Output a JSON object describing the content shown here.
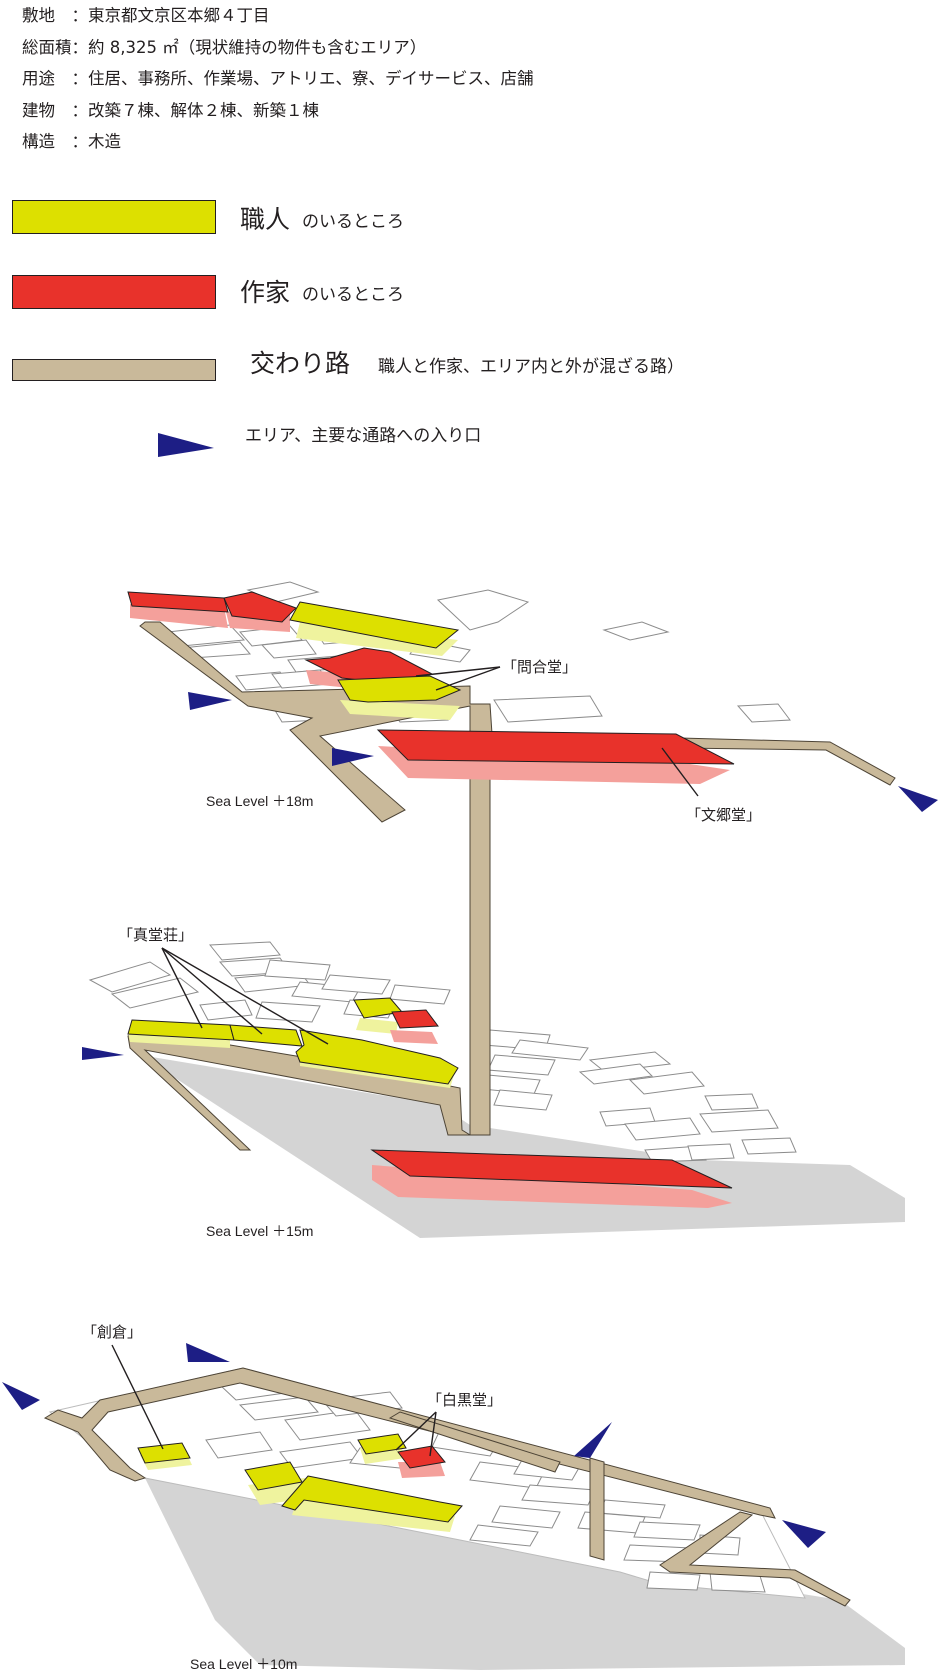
{
  "info": [
    {
      "label": "敷地　：",
      "value": "東京都文京区本郷４丁目"
    },
    {
      "label": "総面積：",
      "value": "約 8,325 ㎡（現状維持の物件も含むエリア）"
    },
    {
      "label": "用途　：",
      "value": "住居、事務所、作業場、アトリエ、寮、デイサービス、店舗"
    },
    {
      "label": "建物　：",
      "value": "改築７棟、解体２棟、新築１棟"
    },
    {
      "label": "構造　：",
      "value": "木造"
    }
  ],
  "legend": {
    "craftsman": {
      "main": "職人",
      "sub": "のいるところ",
      "color": "#dde000"
    },
    "writer": {
      "main": "作家",
      "sub": "のいるところ",
      "color": "#e8322b"
    },
    "path": {
      "main": "交わり路",
      "note": "職人と作家、エリア内と外が混ざる路）",
      "color": "#c9b99a"
    },
    "entrance": {
      "text": "エリア、主要な通路への入り口",
      "color": "#1d1e85"
    }
  },
  "colors": {
    "yellow": "#dde000",
    "yellow_shadow": "#eff39e",
    "red": "#e8322b",
    "red_shadow": "#f4a09b",
    "path": "#c9b99a",
    "ground": "#d4d4d4",
    "arrow": "#1d1e85"
  },
  "levels": [
    {
      "label": "Sea Level ＋18m"
    },
    {
      "label": "Sea Level ＋15m"
    },
    {
      "label": "Sea Level ＋10m"
    }
  ],
  "callouts": {
    "monkaido": "「問合堂」",
    "bunkyodo": "「文郷堂」",
    "shindoso": "「真堂荘」",
    "sokura": "「創倉」",
    "hakkokudo": "「白黒堂」"
  }
}
